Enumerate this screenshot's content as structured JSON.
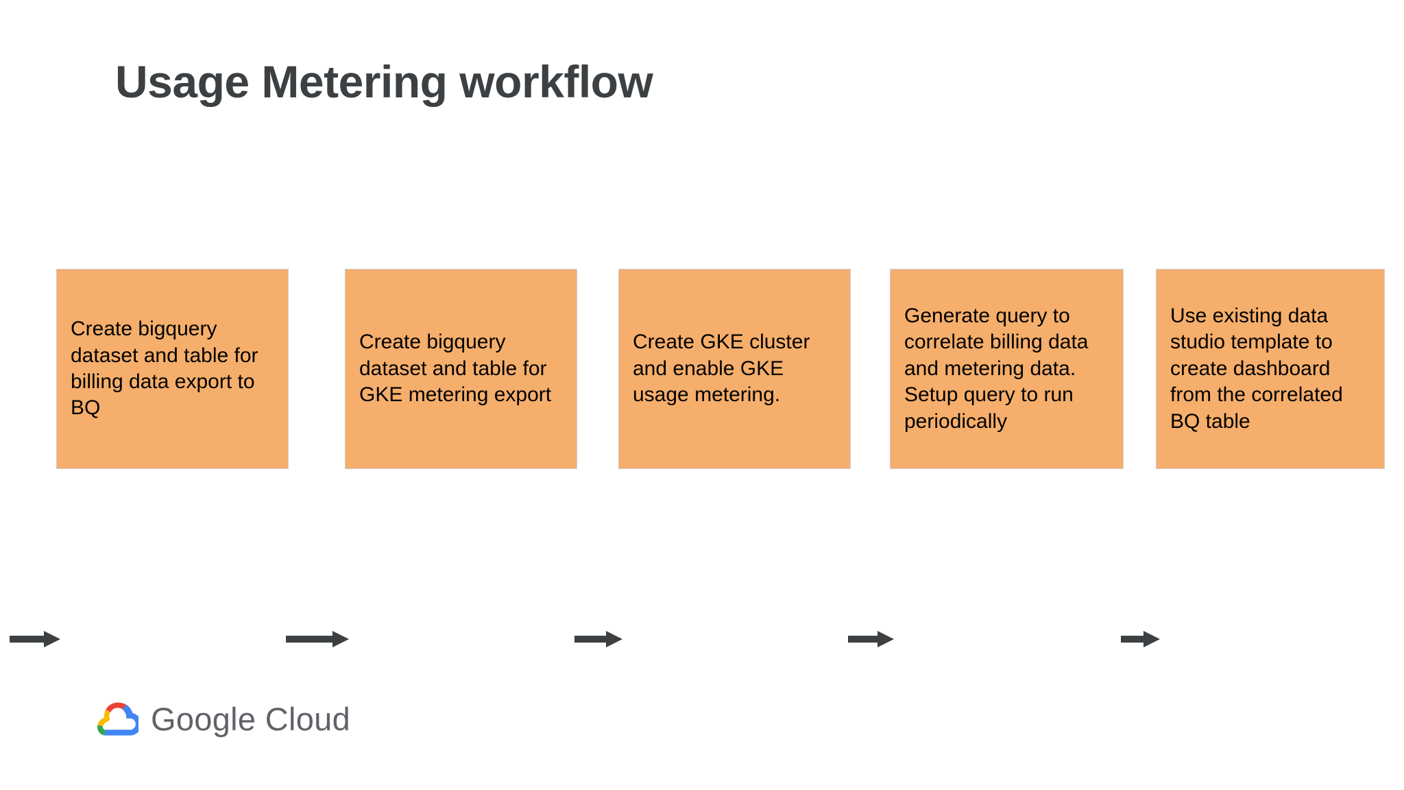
{
  "slide": {
    "title": "Usage Metering workflow",
    "background_color": "#ffffff",
    "title_color": "#3c4043"
  },
  "diagram": {
    "type": "linear-flow",
    "box_fill_color": "#f5ae6b",
    "box_border_color": "#cfcbd6",
    "arrow_color": "#3c4043",
    "text_color": "#000000",
    "steps": [
      {
        "index": 1,
        "name": "create-bigquery-billing-export",
        "text": "Create bigquery dataset and table for billing data export to BQ"
      },
      {
        "index": 2,
        "name": "create-bigquery-gke-metering-export",
        "text": "Create bigquery dataset and table for GKE metering export"
      },
      {
        "index": 3,
        "name": "create-gke-cluster-usage-metering",
        "text": "Create GKE cluster and enable GKE usage metering."
      },
      {
        "index": 4,
        "name": "generate-correlation-query",
        "text": "Generate query to correlate billing data and metering data. Setup query to run periodically"
      },
      {
        "index": 5,
        "name": "use-data-studio-template",
        "text": "Use existing data studio template to create dashboard from the correlated BQ table"
      }
    ],
    "arrows": [
      {
        "name": "arrow-into-step-1",
        "direction": "right"
      },
      {
        "name": "arrow-step-1-to-2",
        "direction": "right"
      },
      {
        "name": "arrow-step-2-to-3",
        "direction": "right"
      },
      {
        "name": "arrow-step-3-to-4",
        "direction": "right"
      },
      {
        "name": "arrow-step-4-to-5",
        "direction": "right"
      }
    ]
  },
  "branding": {
    "logo_icon": "google-cloud-logo-icon",
    "wordmark": "Google Cloud",
    "wordmark_color": "#5f6368",
    "mark_colors": {
      "red": "#ea4335",
      "blue": "#4285f4",
      "yellow": "#fbbc04",
      "green": "#34a853"
    }
  }
}
